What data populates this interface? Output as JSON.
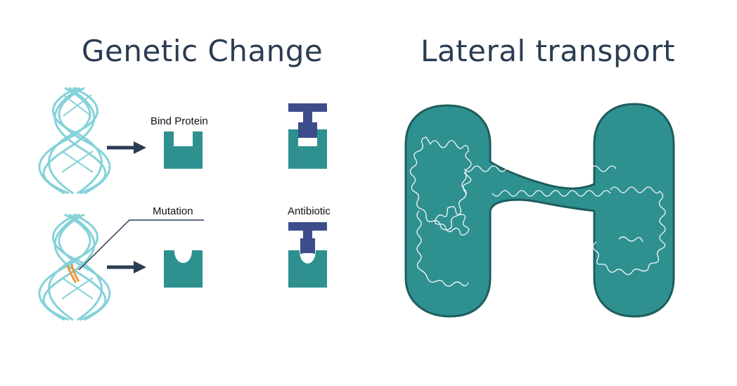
{
  "titles": {
    "genetic_change": "Genetic Change",
    "lateral_transport": "Lateral transport"
  },
  "labels": {
    "bind_protein": "Bind Protein",
    "mutation": "Mutation",
    "antibiotic": "Antibiotic"
  },
  "colors": {
    "teal": "#2f9090",
    "teal_dark": "#1d5e5d",
    "strand": "#7fd0d7",
    "navy": "#3d4c8a",
    "text": "#2b3c52",
    "mutation_accent": "#e8973a"
  }
}
